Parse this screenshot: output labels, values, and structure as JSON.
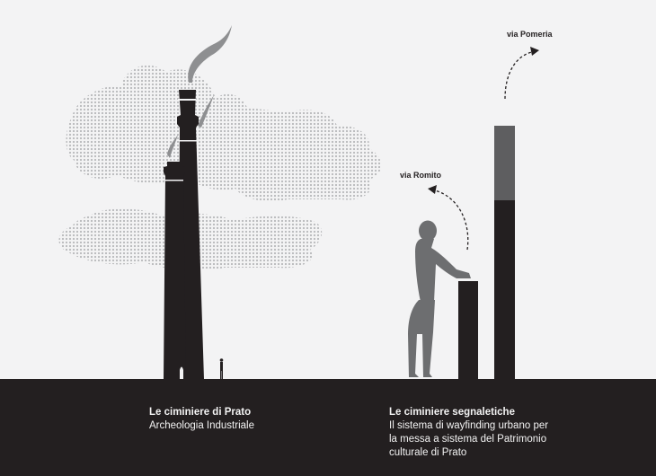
{
  "colors": {
    "background": "#f3f3f4",
    "ground": "#231f20",
    "silhouette": "#231f20",
    "person": "#6d6e70",
    "pillar_top": "#5e5e60",
    "smoke": "#8e8f91",
    "dots": "#b7b8ba"
  },
  "labels": {
    "route_pomeria": "via Pomeria",
    "route_romito": "via Romito"
  },
  "captions": {
    "left": {
      "title": "Le ciminiere di Prato",
      "subtitle": "Archeologia Industriale"
    },
    "right": {
      "title": "Le ciminiere segnaletiche",
      "lines": [
        "Il sistema di wayfinding urbano per",
        "la messa a sistema del Patrimonio",
        "culturale di Prato"
      ]
    }
  },
  "icons": [
    "arrow-pomeria-icon",
    "arrow-romito-icon",
    "person-silhouette-icon",
    "small-person-icon"
  ]
}
